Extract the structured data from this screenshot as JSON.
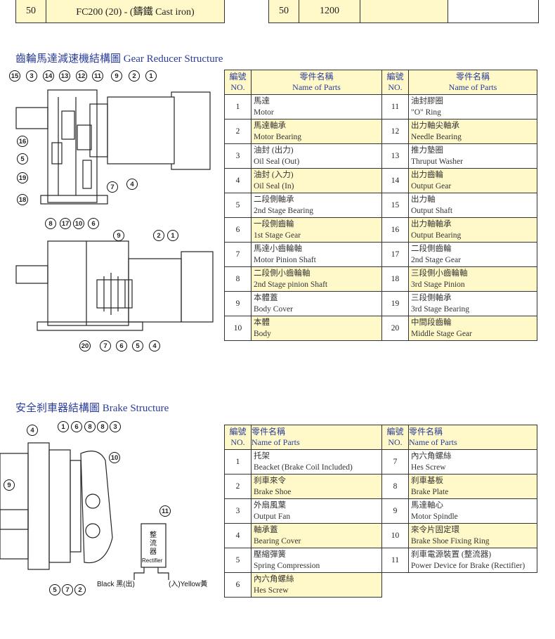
{
  "top_row": {
    "left": [
      "50",
      "FC200 (20) - (鑄鐵 Cast iron)"
    ],
    "right": [
      "50",
      "1200"
    ]
  },
  "gear_section": {
    "title": "齒輪馬達減速機結構圖 Gear Reducer Structure",
    "header": {
      "no_zh": "編號",
      "no_en": "NO.",
      "name_zh": "零件名稱",
      "name_en": "Name of Parts"
    },
    "callouts_top": [
      "15",
      "3",
      "14",
      "13",
      "12",
      "11",
      "9",
      "2",
      "1"
    ],
    "callouts_left": [
      "16",
      "5",
      "19",
      "18"
    ],
    "callouts_right": [
      "7",
      "4"
    ],
    "callouts_bottom": [
      "8",
      "17",
      "10",
      "6"
    ],
    "callouts_side_top": [
      "9",
      "2",
      "1"
    ],
    "callouts_side_bottom": [
      "20",
      "7",
      "6",
      "5",
      "4"
    ],
    "parts_left": [
      {
        "no": "1",
        "zh": "馬達",
        "en": "Motor"
      },
      {
        "no": "2",
        "zh": "馬達軸承",
        "en": "Motor Bearing"
      },
      {
        "no": "3",
        "zh": "油封 (出力)",
        "en": "Oil Seal (Out)"
      },
      {
        "no": "4",
        "zh": "油封 (入力)",
        "en": "Oil Seal (In)"
      },
      {
        "no": "5",
        "zh": "二段側軸承",
        "en": "2nd Stage Bearing"
      },
      {
        "no": "6",
        "zh": "一段側齒輪",
        "en": "1st Stage Gear"
      },
      {
        "no": "7",
        "zh": "馬達小齒輪軸",
        "en": "Motor Pinion Shaft"
      },
      {
        "no": "8",
        "zh": "二段側小齒輪軸",
        "en": "2nd Stage pinion Shaft"
      },
      {
        "no": "9",
        "zh": "本體蓋",
        "en": "Body Cover"
      },
      {
        "no": "10",
        "zh": "本體",
        "en": "Body"
      }
    ],
    "parts_right": [
      {
        "no": "11",
        "zh": "油封膠圈",
        "en": "\"O\" Ring"
      },
      {
        "no": "12",
        "zh": "出力軸尖軸承",
        "en": "Needle Bearing"
      },
      {
        "no": "13",
        "zh": "推力墊圈",
        "en": "Thruput Washer"
      },
      {
        "no": "14",
        "zh": "出力齒輪",
        "en": "Output Gear"
      },
      {
        "no": "15",
        "zh": "出力軸",
        "en": "Output Shaft"
      },
      {
        "no": "16",
        "zh": "出力軸軸承",
        "en": "Output Bearing"
      },
      {
        "no": "17",
        "zh": "二段側齒輪",
        "en": "2nd Stage Gear"
      },
      {
        "no": "18",
        "zh": "三段側小齒輪軸",
        "en": "3rd Stage Pinion"
      },
      {
        "no": "19",
        "zh": "三段側軸承",
        "en": "3rd Stage Bearing"
      },
      {
        "no": "20",
        "zh": "中間段齒輪",
        "en": "Middle Stage Gear"
      }
    ]
  },
  "brake_section": {
    "title": "安全刹車器結構圖 Brake Structure",
    "header": {
      "no_zh": "編號",
      "no_en": "NO.",
      "name_zh": "零件名稱",
      "name_en": "Name of Parts"
    },
    "callouts_top": [
      "4",
      "1",
      "6",
      "8",
      "8",
      "3"
    ],
    "callouts_misc": [
      "10",
      "9",
      "11"
    ],
    "callouts_bottom": [
      "5",
      "7",
      "2"
    ],
    "rectifier_zh": "整流器",
    "rectifier_en": "Rectifier",
    "wire_black": "Black 黑(出)",
    "wire_yellow": "(入)Yellow黃",
    "parts_left": [
      {
        "no": "1",
        "zh": "托架",
        "en": "Beacket (Brake Coil Included)"
      },
      {
        "no": "2",
        "zh": "刹車來令",
        "en": "Brake Shoe"
      },
      {
        "no": "3",
        "zh": "外扇風葉",
        "en": "Output Fan"
      },
      {
        "no": "4",
        "zh": "軸承蓋",
        "en": "Bearing Cover"
      },
      {
        "no": "5",
        "zh": "壓縮彈簧",
        "en": "Spring Compression"
      },
      {
        "no": "6",
        "zh": "內六角螺絲",
        "en": "Hes Screw"
      }
    ],
    "parts_right": [
      {
        "no": "7",
        "zh": "內六角螺絲",
        "en": "Hes Screw"
      },
      {
        "no": "8",
        "zh": "刹車基板",
        "en": "Brake Plate"
      },
      {
        "no": "9",
        "zh": "馬達軸心",
        "en": "Motor Spindle"
      },
      {
        "no": "10",
        "zh": "來令片固定環",
        "en": "Brake Shoe Fixing Ring"
      },
      {
        "no": "11",
        "zh": "刹車電源裝置 (整流器)",
        "en": "Power Device for Brake (Rectifier)"
      }
    ]
  }
}
